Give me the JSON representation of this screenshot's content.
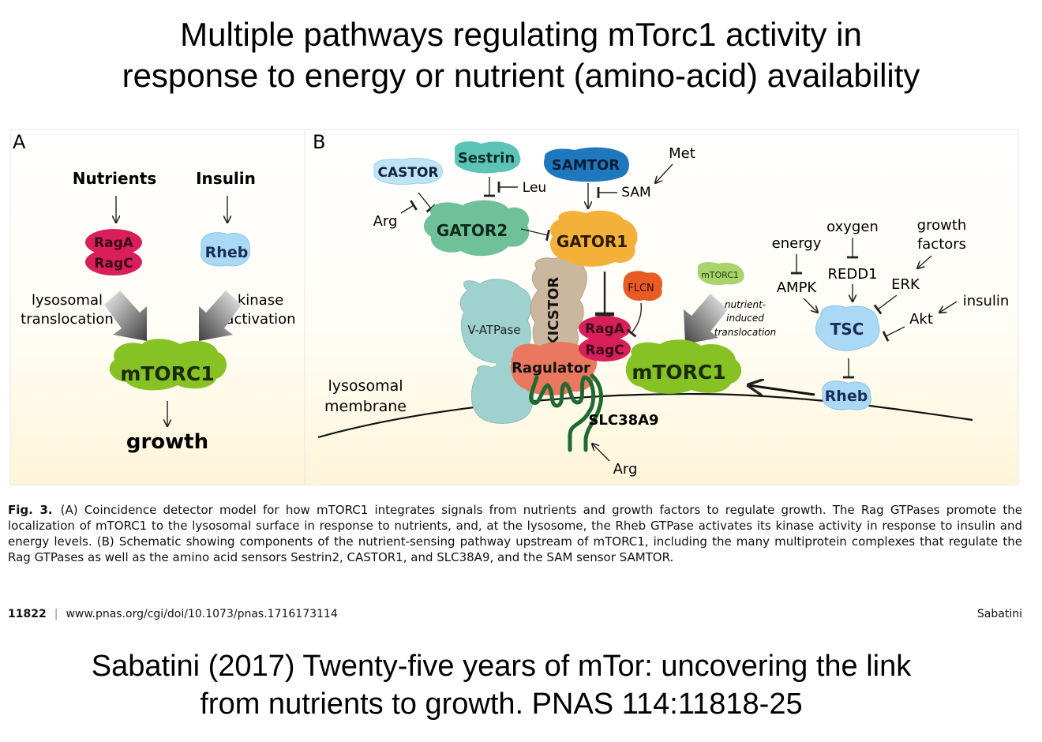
{
  "title": {
    "line1": "Multiple pathways regulating mTorc1 activity in",
    "line2": "response to energy or nutrient (amino-acid) availability"
  },
  "panel_a": {
    "letter": "A",
    "nutrients": "Nutrients",
    "insulin": "Insulin",
    "raga": "RagA",
    "ragc": "RagC",
    "rheb": "Rheb",
    "lysosomal": "lysosomal",
    "translocation": "translocation",
    "kinase": "kinase",
    "activation": "activation",
    "mtorc1": "mTORC1",
    "growth": "growth"
  },
  "panel_b": {
    "letter": "B",
    "castor": "CASTOR",
    "sestrin": "Sestrin",
    "samtor": "SAMTOR",
    "met": "Met",
    "leu": "Leu",
    "sam": "SAM",
    "arg_top": "Arg",
    "gator2": "GATOR2",
    "gator1": "GATOR1",
    "kicstor": "KICSTOR",
    "flcn": "FLCN",
    "vatpase": "V-ATPase",
    "raga": "RagA",
    "ragc": "RagC",
    "ragulator": "Ragulator",
    "mtorc1": "mTORC1",
    "mtorc1_small": "mTORC1",
    "nutrient_induced_1": "nutrient-",
    "nutrient_induced_2": "induced",
    "nutrient_induced_3": "translocation",
    "lysosomal": "lysosomal",
    "membrane": "membrane",
    "slc38a9": "SLC38A9",
    "arg_bottom": "Arg",
    "energy": "energy",
    "oxygen": "oxygen",
    "growth": "growth",
    "factors": "factors",
    "ampk": "AMPK",
    "redd1": "REDD1",
    "erk": "ERK",
    "insulin": "insulin",
    "akt": "Akt",
    "tsc": "TSC",
    "rheb": "Rheb"
  },
  "caption": {
    "label": "Fig. 3.",
    "text": "(A) Coincidence detector model for how mTORC1 integrates signals from nutrients and growth factors to regulate growth. The Rag GTPases promote the localization of mTORC1 to the lysosomal surface in response to nutrients, and, at the lysosome, the Rheb GTPase activates its kinase activity in response to insulin and energy levels. (B) Schematic showing components of the nutrient-sensing pathway upstream of mTORC1, including the many multiprotein complexes that regulate the Rag GTPases as well as the amino acid sensors Sestrin2, CASTOR1, and SLC38A9, and the SAM sensor SAMTOR."
  },
  "footer": {
    "page": "11822",
    "separator": "|",
    "url": "www.pnas.org/cgi/doi/10.1073/pnas.1716173114",
    "author": "Sabatini"
  },
  "reference": {
    "line1": "Sabatini (2017) Twenty-five years of mTor: uncovering the link",
    "line2": "from nutrients to growth. PNAS 114:11818-25"
  },
  "colors": {
    "rag": "#d81f5b",
    "rheb": "#a9d9f5",
    "mtorc1": "#86c223",
    "gator2": "#6fc19a",
    "gator1": "#f4b13a",
    "kicstor": "#cbb79d",
    "vatpase": "#9fd1cf",
    "ragulator": "#e9785e",
    "samtor": "#1f77bd",
    "sestrin": "#5cc3b7",
    "castor": "#bfe4f6",
    "flcn": "#e95b24",
    "slc38a9": "#1e6a32",
    "panel_bg": "#fffaea"
  }
}
